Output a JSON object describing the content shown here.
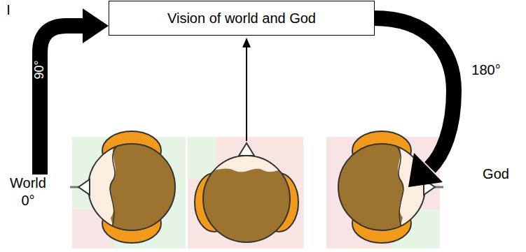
{
  "diagram": {
    "nodes": [
      {
        "text": [
          "Vision of world and God"
        ]
      }
    ],
    "labels": [
      "I",
      "90°",
      "World",
      "0°",
      "180°",
      "God"
    ]
  }
}
